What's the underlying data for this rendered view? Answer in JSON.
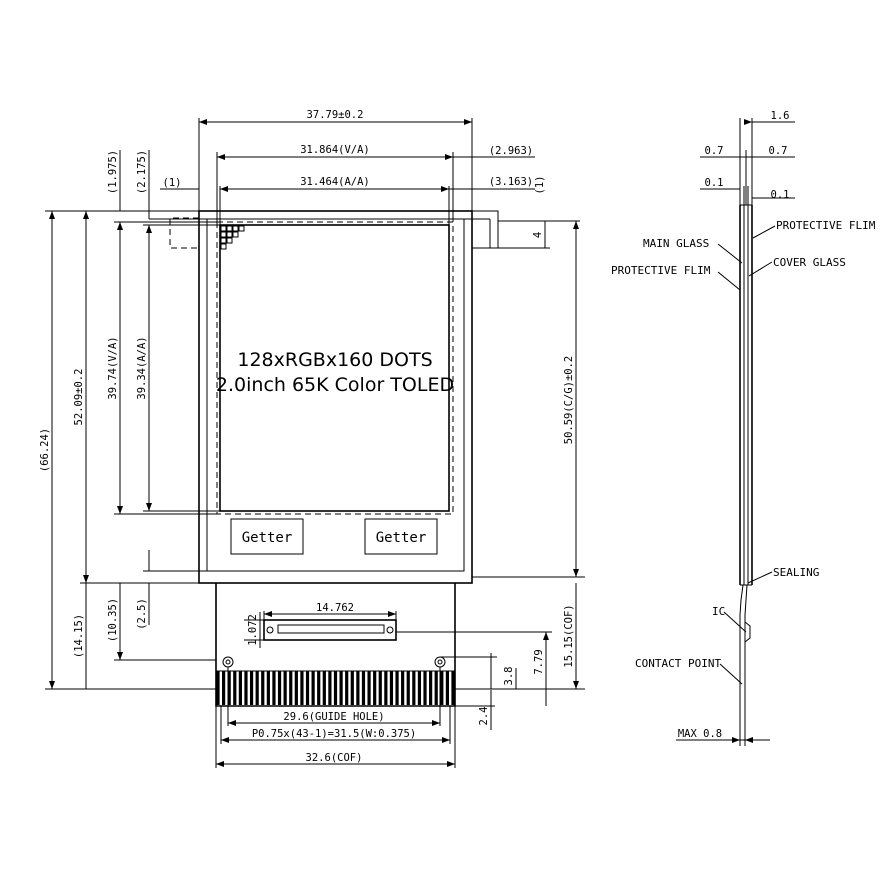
{
  "front_view": {
    "panel_text_line1": "128xRGBx160 DOTS",
    "panel_text_line2": "2.0inch 65K Color TOLED",
    "getter_left": "Getter",
    "getter_right": "Getter",
    "dims": {
      "outline_width": "37.79±0.2",
      "va_width": "31.864(V/A)",
      "aa_width": "31.464(A/A)",
      "right_top_1": "(2.963)",
      "right_top_2": "(3.163)",
      "left_top_1": "(1.975)",
      "left_top_2": "(2.175)",
      "left_top_3": "(1)",
      "right_top_3": "(1)",
      "tab_height": "4",
      "total_height": "(66.24)",
      "glass_height": "52.09±0.2",
      "va_height": "39.74(V/A)",
      "aa_height": "39.34(A/A)",
      "cg_height": "50.59(C/G)±0.2",
      "cof_height_left": "(14.15)",
      "cof_10_35": "(10.35)",
      "cof_2_5": "(2.5)",
      "ic_width": "14.762",
      "ic_height": "1.072",
      "cof_height_right": "15.15(COF)",
      "hole_7_79": "7.79",
      "hole_3_8": "3.8",
      "pin_2_4": "2.4",
      "guide_hole": "29.6(GUIDE HOLE)",
      "pitch": "P0.75x(43-1)=31.5(W:0.375)",
      "cof_width": "32.6(COF)"
    }
  },
  "side_view": {
    "dims": {
      "total_thickness": "1.6",
      "layer_a": "0.7",
      "layer_b": "0.7",
      "film_a": "0.1",
      "film_b": "0.1",
      "max_thickness": "MAX 0.8"
    },
    "labels": {
      "protective_film_top": "PROTECTIVE FLIM",
      "main_glass": "MAIN GLASS",
      "protective_film_left": "PROTECTIVE FLIM",
      "cover_glass": "COVER GLASS",
      "sealing": "SEALING",
      "ic": "IC",
      "contact_point": "CONTACT POINT"
    }
  }
}
